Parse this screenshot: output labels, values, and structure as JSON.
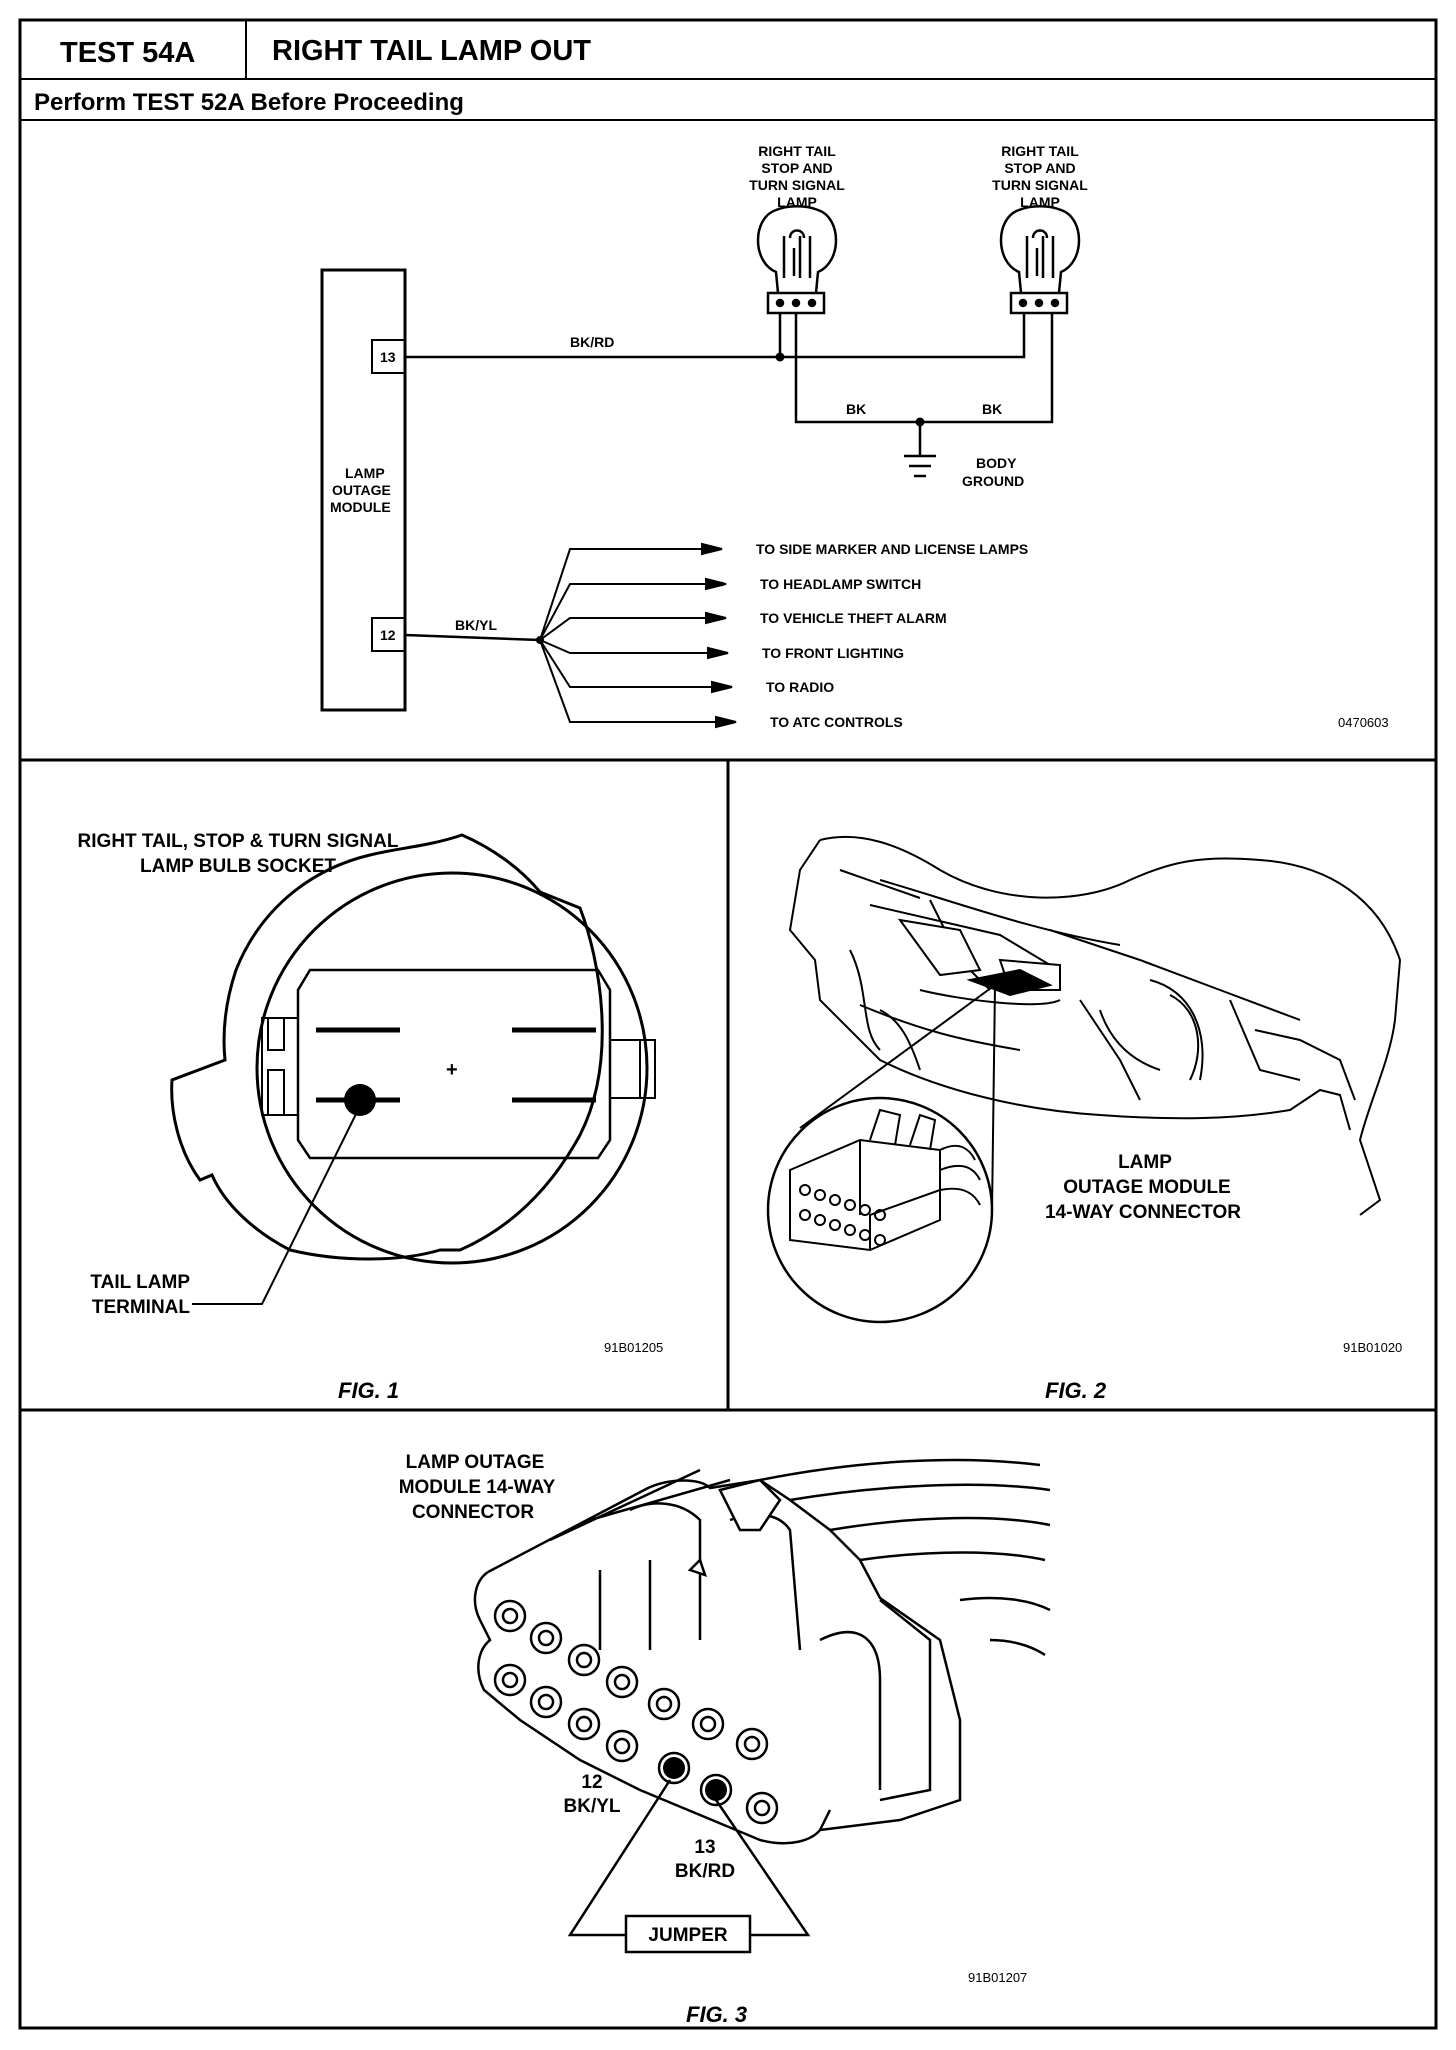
{
  "header": {
    "test_id": "TEST 54A",
    "title": "RIGHT TAIL LAMP OUT",
    "prereq": "Perform TEST 52A Before Proceeding"
  },
  "schematic": {
    "lamp_left_label": [
      "RIGHT TAIL",
      "STOP AND",
      "TURN SIGNAL",
      "LAMP"
    ],
    "lamp_right_label": [
      "RIGHT TAIL",
      "STOP AND",
      "TURN SIGNAL",
      "LAMP"
    ],
    "module_label": [
      "LAMP",
      "OUTAGE",
      "MODULE"
    ],
    "pin_13": "13",
    "pin_12": "12",
    "wire_bkrd": "BK/RD",
    "wire_bk_left": "BK",
    "wire_bk_right": "BK",
    "wire_bkyl": "BK/YL",
    "ground_label": [
      "BODY",
      "GROUND"
    ],
    "destinations": [
      "TO SIDE MARKER AND LICENSE LAMPS",
      "TO HEADLAMP SWITCH",
      "TO VEHICLE THEFT ALARM",
      "TO FRONT LIGHTING",
      "TO RADIO",
      "TO ATC CONTROLS"
    ],
    "code": "0470603"
  },
  "fig1": {
    "title": [
      "RIGHT TAIL, STOP & TURN SIGNAL",
      "LAMP BULB SOCKET"
    ],
    "center_mark": "+",
    "callout": [
      "TAIL LAMP",
      "TERMINAL"
    ],
    "code": "91B01205",
    "caption": "FIG. 1"
  },
  "fig2": {
    "callout": [
      "LAMP",
      "OUTAGE MODULE",
      "14-WAY CONNECTOR"
    ],
    "code": "91B01020",
    "caption": "FIG. 2"
  },
  "fig3": {
    "title": [
      "LAMP OUTAGE",
      "MODULE 14-WAY",
      "CONNECTOR"
    ],
    "pin12": [
      "12",
      "BK/YL"
    ],
    "pin13": [
      "13",
      "BK/RD"
    ],
    "jumper": "JUMPER",
    "code": "91B01207",
    "caption": "FIG. 3"
  }
}
